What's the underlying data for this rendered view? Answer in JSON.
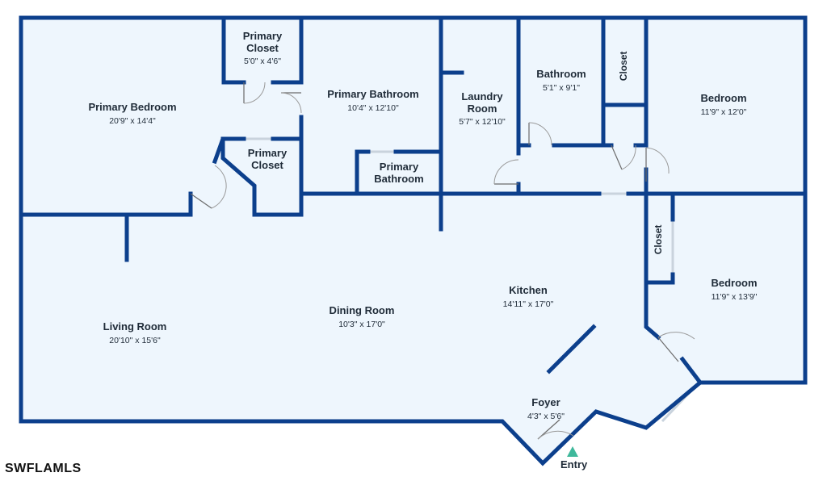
{
  "plan": {
    "floor_color": "#eef6fd",
    "wall_color": "#0c3f8c",
    "entry_marker_color": "#3fb89b",
    "entry_label": "Entry",
    "watermark": "SWFLAMLS"
  },
  "rooms": {
    "primary_bedroom": {
      "name": "Primary Bedroom",
      "dim": "20'9\" x 14'4\""
    },
    "primary_closet_1": {
      "name": "Primary Closet",
      "dim": "5'0\" x 4'6\""
    },
    "primary_closet_2": {
      "name": "Primary Closet"
    },
    "primary_bathroom": {
      "name": "Primary Bathroom",
      "dim": "10'4\" x 12'10\""
    },
    "primary_bathroom_2": {
      "name": "Primary Bathroom"
    },
    "laundry": {
      "name": "Laundry Room",
      "dim": "5'7\" x 12'10\""
    },
    "bathroom": {
      "name": "Bathroom",
      "dim": "5'1\" x 9'1\""
    },
    "closet_top": {
      "name": "Closet"
    },
    "bedroom_1": {
      "name": "Bedroom",
      "dim": "11'9\" x 12'0\""
    },
    "closet_mid": {
      "name": "Closet"
    },
    "bedroom_2": {
      "name": "Bedroom",
      "dim": "11'9\" x 13'9\""
    },
    "kitchen": {
      "name": "Kitchen",
      "dim": "14'11\" x 17'0\""
    },
    "dining": {
      "name": "Dining Room",
      "dim": "10'3\" x 17'0\""
    },
    "living": {
      "name": "Living Room",
      "dim": "20'10\" x 15'6\""
    },
    "foyer": {
      "name": "Foyer",
      "dim": "4'3\" x 5'6\""
    }
  }
}
